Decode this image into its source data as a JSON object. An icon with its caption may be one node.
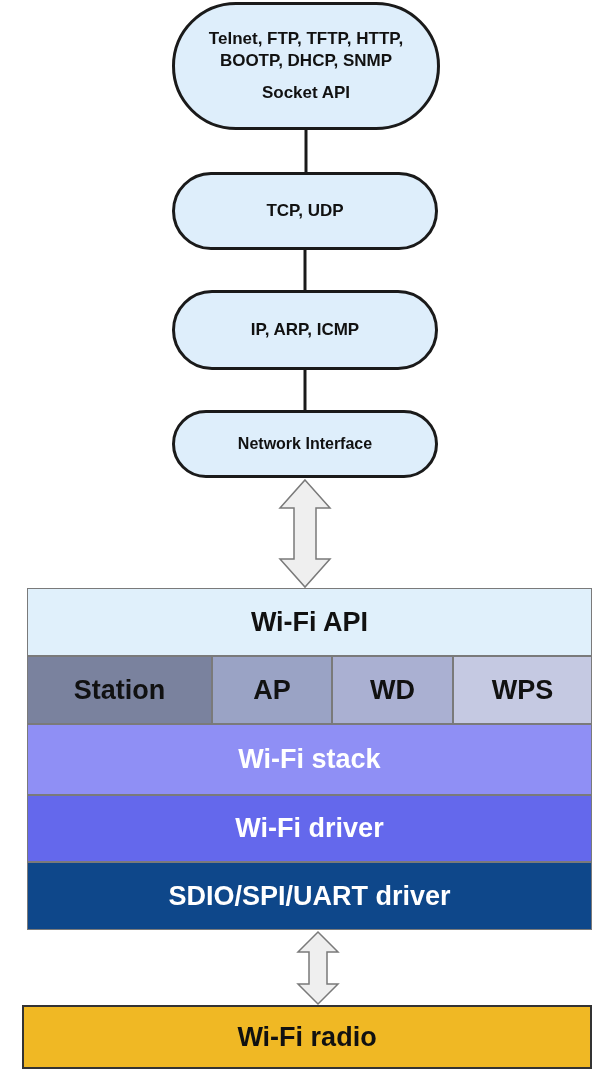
{
  "diagram": {
    "nodes": [
      {
        "text": [
          "Telnet, FTP, TFTP, HTTP, BOOTP, DHCP, SNMP",
          "Socket API"
        ]
      },
      {
        "text": [
          "TCP, UDP"
        ]
      },
      {
        "text": [
          "IP, ARP, ICMP"
        ]
      },
      {
        "text": [
          "Network Interface"
        ]
      },
      {
        "text": [
          "Wi-Fi API"
        ]
      },
      {
        "text": [
          "Station"
        ]
      },
      {
        "text": [
          "AP"
        ]
      },
      {
        "text": [
          "WD"
        ]
      },
      {
        "text": [
          "WPS"
        ]
      },
      {
        "text": [
          "Wi-Fi stack"
        ]
      },
      {
        "text": [
          "Wi-Fi driver"
        ]
      },
      {
        "text": [
          "SDIO/SPI/UART driver"
        ]
      },
      {
        "text": [
          "Wi-Fi radio"
        ]
      }
    ],
    "edges": [
      {
        "from": 0,
        "to": 1,
        "arrow": "none"
      },
      {
        "from": 1,
        "to": 2,
        "arrow": "none"
      },
      {
        "from": 2,
        "to": 3,
        "arrow": "none"
      },
      {
        "from": 3,
        "to": 4,
        "arrow": "both"
      },
      {
        "from": 11,
        "to": 12,
        "arrow": "both"
      }
    ]
  }
}
